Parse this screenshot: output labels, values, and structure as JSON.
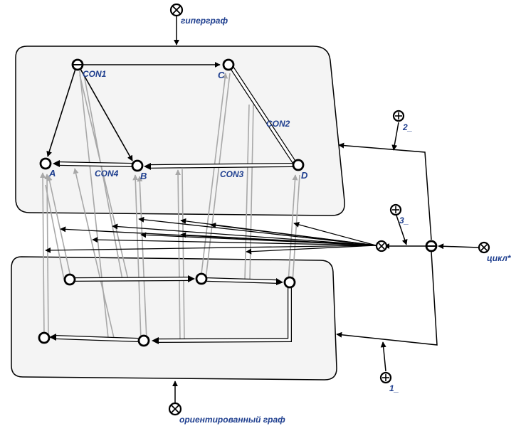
{
  "diagram": {
    "terminal_labels": {
      "hypergraph": "гиперграф",
      "digraph": "ориентированный граф",
      "cycle": "цикл*",
      "t1": "1_",
      "t2": "2_",
      "t3": "3_"
    },
    "node_labels": {
      "A": "A",
      "B": "B",
      "C": "C",
      "D": "D"
    },
    "connector_labels": {
      "con1": "CON1",
      "con2": "CON2",
      "con3": "CON3",
      "con4": "CON4"
    },
    "colors": {
      "ink": "#000000",
      "label": "#1f3f8f",
      "panel_fill": "#f4f4f4",
      "projection_line": "#aaaaaa"
    }
  }
}
